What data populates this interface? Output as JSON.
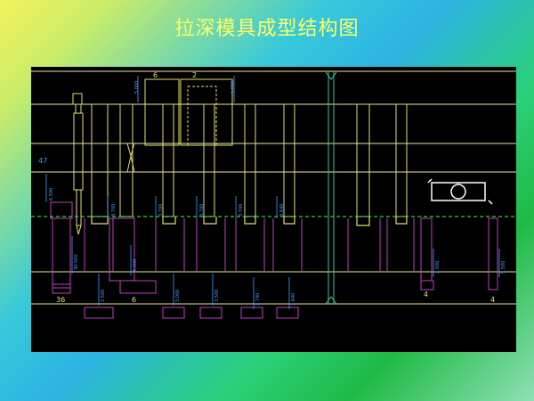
{
  "slide": {
    "title": "拉深模具成型结构图"
  },
  "drawing": {
    "top_labels": [
      "6",
      "2"
    ],
    "top_dims": [
      "5.000",
      "5.000"
    ],
    "left_label": "47",
    "left_dim": "6.500",
    "mid_dims": [
      "3.700",
      "3.700",
      "3.700",
      "3.700",
      "3.640"
    ],
    "lower_dims": [
      "30.500",
      "4.000",
      "2.500",
      "3.000",
      "3.500",
      "3.740",
      "3.640",
      "2.500",
      "5.500"
    ],
    "bottom_labels": [
      "36",
      "6",
      "4",
      "4"
    ],
    "colors": {
      "background": "#000000",
      "plate_lines": "#e8e8a0",
      "punch_yellow": "#e0e070",
      "magenta": "#c040c0",
      "dimension_cyan": "#40a0ff",
      "strip_green": "#40ff40",
      "guide_teal": "#40c0a0"
    }
  }
}
